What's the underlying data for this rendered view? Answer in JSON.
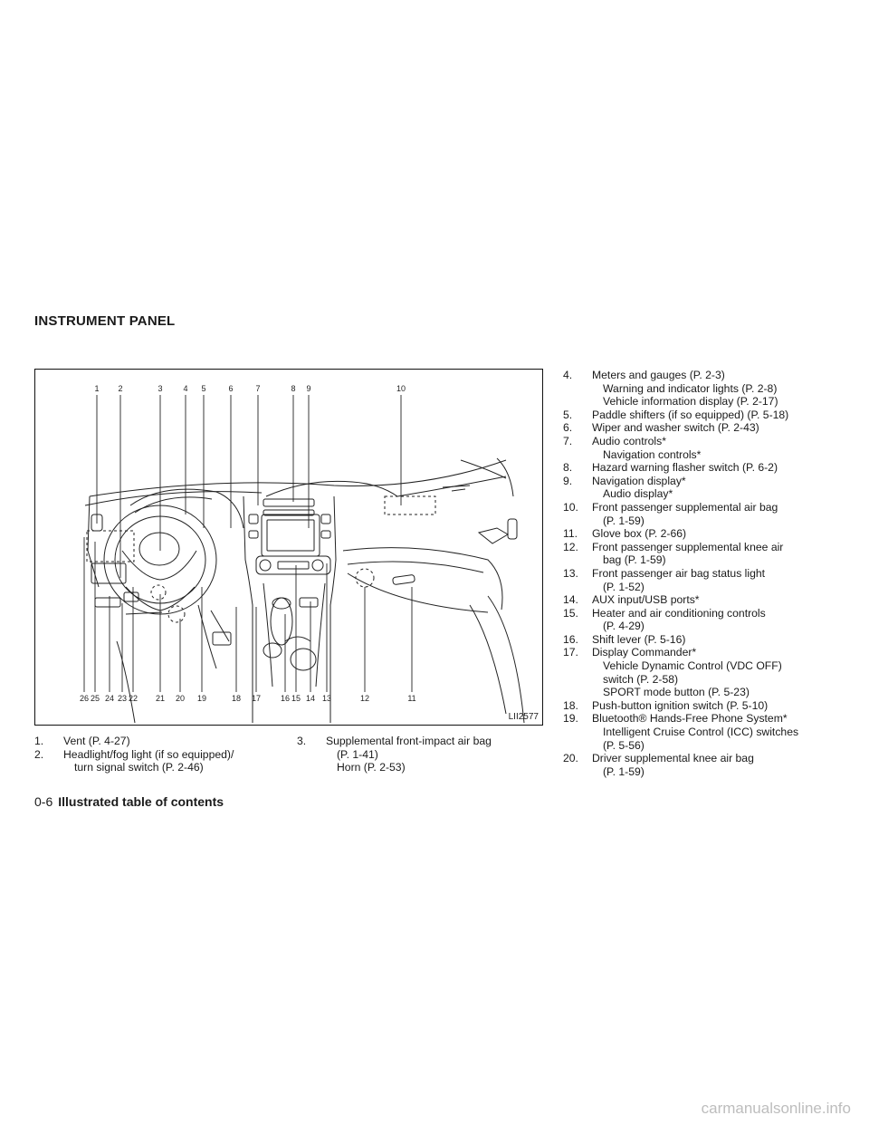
{
  "section_title": "INSTRUMENT PANEL",
  "figure": {
    "code": "LII2577",
    "top_labels": [
      "1",
      "2",
      "3",
      "4",
      "5",
      "6",
      "7",
      "8",
      "9",
      "10"
    ],
    "bottom_labels": [
      "26",
      "25",
      "24",
      "23",
      "22",
      "21",
      "20",
      "19",
      "18",
      "17",
      "16",
      "15",
      "14",
      "13",
      "12",
      "11"
    ]
  },
  "col1": [
    {
      "num": "1.",
      "lines": [
        "Vent (P. 4-27)"
      ]
    },
    {
      "num": "2.",
      "lines": [
        "Headlight/fog light (if so equipped)/",
        "turn signal switch (P. 2-46)"
      ]
    }
  ],
  "col2": [
    {
      "num": "3.",
      "lines": [
        "Supplemental front-impact air bag",
        "(P. 1-41)",
        "Horn (P. 2-53)"
      ]
    }
  ],
  "col3": [
    {
      "num": "4.",
      "lines": [
        "Meters and gauges (P. 2-3)",
        "Warning and indicator lights (P. 2-8)",
        "Vehicle information display (P. 2-17)"
      ]
    },
    {
      "num": "5.",
      "lines": [
        "Paddle shifters (if so equipped) (P. 5-18)"
      ]
    },
    {
      "num": "6.",
      "lines": [
        "Wiper and washer switch (P. 2-43)"
      ]
    },
    {
      "num": "7.",
      "lines": [
        "Audio controls*",
        "Navigation controls*"
      ]
    },
    {
      "num": "8.",
      "lines": [
        "Hazard warning flasher switch (P. 6-2)"
      ]
    },
    {
      "num": "9.",
      "lines": [
        "Navigation display*",
        "Audio display*"
      ]
    },
    {
      "num": "10.",
      "lines": [
        "Front passenger supplemental air bag",
        "(P. 1-59)"
      ]
    },
    {
      "num": "11.",
      "lines": [
        "Glove box (P. 2-66)"
      ]
    },
    {
      "num": "12.",
      "lines": [
        "Front passenger supplemental knee air",
        "bag (P. 1-59)"
      ]
    },
    {
      "num": "13.",
      "lines": [
        "Front passenger air bag status light",
        "(P. 1-52)"
      ]
    },
    {
      "num": "14.",
      "lines": [
        "AUX input/USB ports*"
      ]
    },
    {
      "num": "15.",
      "lines": [
        "Heater and air conditioning controls",
        "(P. 4-29)"
      ]
    },
    {
      "num": "16.",
      "lines": [
        "Shift lever (P. 5-16)"
      ]
    },
    {
      "num": "17.",
      "lines": [
        "Display Commander*",
        "Vehicle Dynamic Control (VDC OFF)",
        "switch (P. 2-58)",
        "SPORT mode button (P. 5-23)"
      ]
    },
    {
      "num": "18.",
      "lines": [
        "Push-button ignition switch (P. 5-10)"
      ]
    },
    {
      "num": "19.",
      "lines": [
        "Bluetooth® Hands-Free Phone System*",
        "Intelligent Cruise Control (ICC) switches",
        "(P. 5-56)"
      ]
    },
    {
      "num": "20.",
      "lines": [
        "Driver supplemental knee air bag",
        "(P. 1-59)"
      ]
    }
  ],
  "footer": {
    "page": "0-6",
    "title": "Illustrated table of contents"
  },
  "watermark": "carmanualsonline.info"
}
